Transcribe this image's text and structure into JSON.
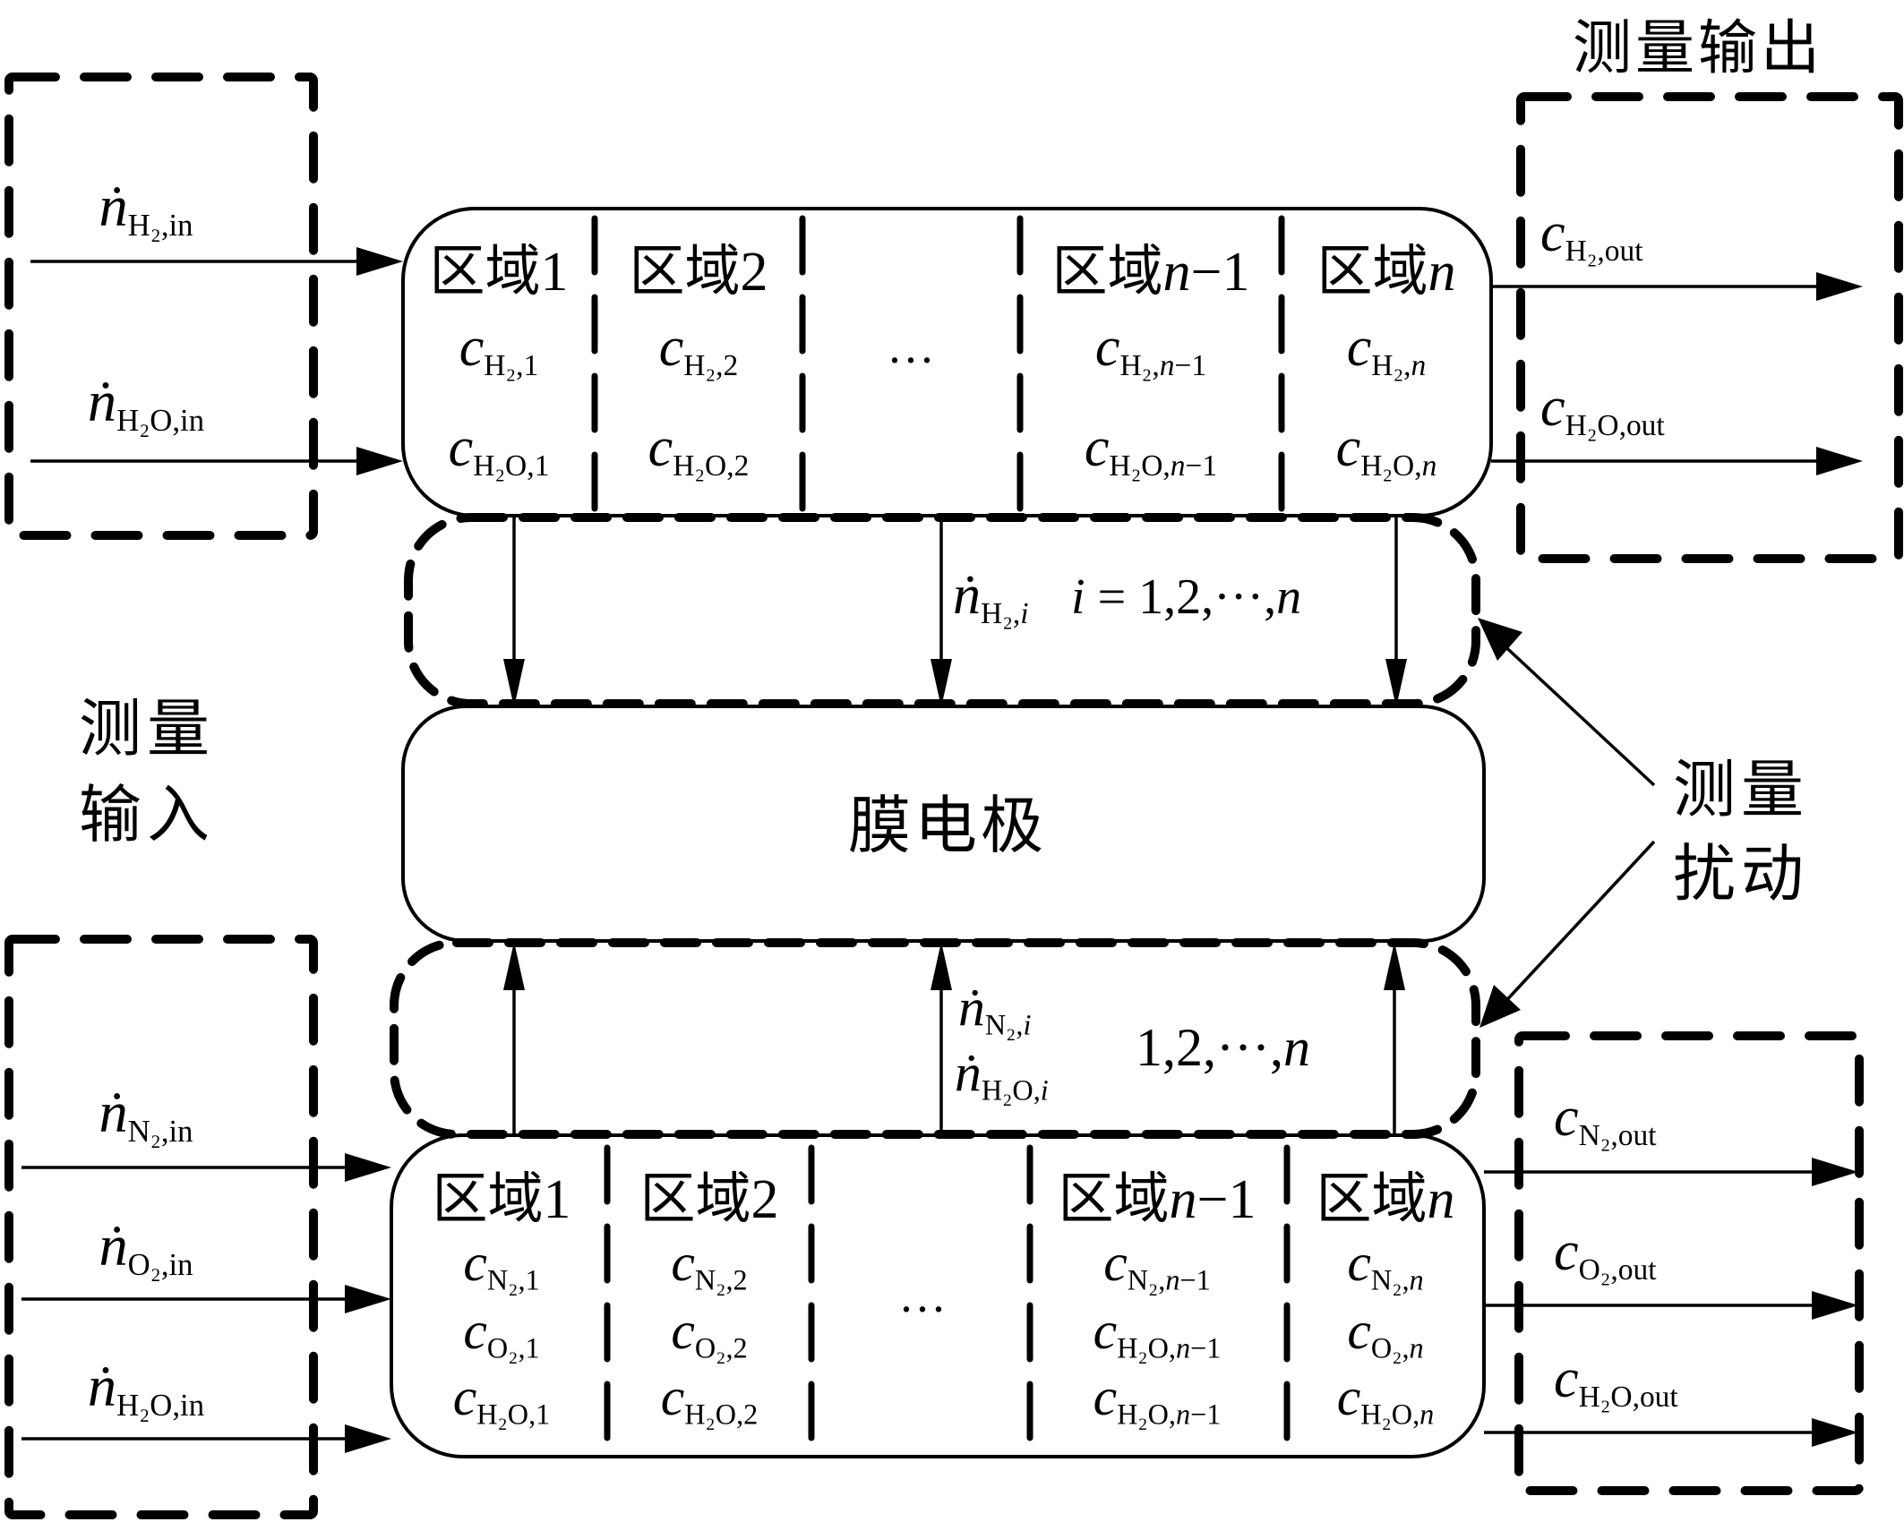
{
  "colors": {
    "stroke": "#000000",
    "background": "#ffffff"
  },
  "labels": {
    "measure_output": "测量输出",
    "measure_input": [
      "测量",
      "输入"
    ],
    "measure_disturbance": [
      "测量",
      "扰动"
    ],
    "mea": "膜电极"
  },
  "anode": {
    "regions": [
      "区域1",
      "区域2",
      "",
      "区域n−1",
      "区域n"
    ],
    "region_parts": [
      {
        "cn": "区域",
        "idx": "1",
        "italic": false
      },
      {
        "cn": "区域",
        "idx": "2",
        "italic": false
      },
      {
        "cn": "",
        "idx": "",
        "italic": false
      },
      {
        "cn": "区域",
        "idx": "n",
        "tail": "−1",
        "italic": true
      },
      {
        "cn": "区域",
        "idx": "n",
        "italic": true
      }
    ],
    "ellipsis": "···",
    "rows": [
      [
        {
          "sym": "c",
          "sub": "H₂,1"
        },
        {
          "sym": "c",
          "sub": "H₂,2"
        },
        null,
        {
          "sym": "c",
          "sub": "H₂,",
          "subi": "n",
          "subt": "−1"
        },
        {
          "sym": "c",
          "sub": "H₂,",
          "subi": "n"
        }
      ],
      [
        {
          "sym": "c",
          "sub": "H₂O,1"
        },
        {
          "sym": "c",
          "sub": "H₂O,2"
        },
        null,
        {
          "sym": "c",
          "sub": "H₂O,",
          "subi": "n",
          "subt": "−1"
        },
        {
          "sym": "c",
          "sub": "H₂O,",
          "subi": "n"
        }
      ]
    ],
    "inputs": [
      {
        "sym": "ṅ",
        "sub": "H₂,in"
      },
      {
        "sym": "ṅ",
        "sub": "H₂O,in"
      }
    ],
    "outputs": [
      {
        "sym": "c",
        "sub": "H₂,out"
      },
      {
        "sym": "c",
        "sub": "H₂O,out"
      }
    ],
    "flux": {
      "sym": "ṅ",
      "sub": "H₂,",
      "subi": "i",
      "range": "i = 1,2,···,n"
    }
  },
  "cathode": {
    "region_parts": [
      {
        "cn": "区域",
        "idx": "1",
        "italic": false
      },
      {
        "cn": "区域",
        "idx": "2",
        "italic": false
      },
      {
        "cn": "",
        "idx": "",
        "italic": false
      },
      {
        "cn": "区域",
        "idx": "n",
        "tail": "−1",
        "italic": true
      },
      {
        "cn": "区域",
        "idx": "n",
        "italic": true
      }
    ],
    "ellipsis": "···",
    "rows": [
      [
        {
          "sym": "c",
          "sub": "N₂,1"
        },
        {
          "sym": "c",
          "sub": "N₂,2"
        },
        null,
        {
          "sym": "c",
          "sub": "N₂,",
          "subi": "n",
          "subt": "−1"
        },
        {
          "sym": "c",
          "sub": "N₂,",
          "subi": "n"
        }
      ],
      [
        {
          "sym": "c",
          "sub": "O₂,1"
        },
        {
          "sym": "c",
          "sub": "O₂,2"
        },
        null,
        {
          "sym": "c",
          "sub": "H₂O,",
          "subi": "n",
          "subt": "−1"
        },
        {
          "sym": "c",
          "sub": "O₂,",
          "subi": "n"
        }
      ],
      [
        {
          "sym": "c",
          "sub": "H₂O,1"
        },
        {
          "sym": "c",
          "sub": "H₂O,2"
        },
        null,
        {
          "sym": "c",
          "sub": "H₂O,",
          "subi": "n",
          "subt": "−1"
        },
        {
          "sym": "c",
          "sub": "H₂O,",
          "subi": "n"
        }
      ]
    ],
    "inputs": [
      {
        "sym": "ṅ",
        "sub": "N₂,in"
      },
      {
        "sym": "ṅ",
        "sub": "O₂,in"
      },
      {
        "sym": "ṅ",
        "sub": "H₂O,in"
      }
    ],
    "outputs": [
      {
        "sym": "c",
        "sub": "N₂,out"
      },
      {
        "sym": "c",
        "sub": "O₂,out"
      },
      {
        "sym": "c",
        "sub": "H₂O,out"
      }
    ],
    "flux": [
      {
        "sym": "ṅ",
        "sub": "N₂,",
        "subi": "i"
      },
      {
        "sym": "ṅ",
        "sub": "H₂O,",
        "subi": "i"
      }
    ],
    "flux_range": "1,2,···,n"
  }
}
